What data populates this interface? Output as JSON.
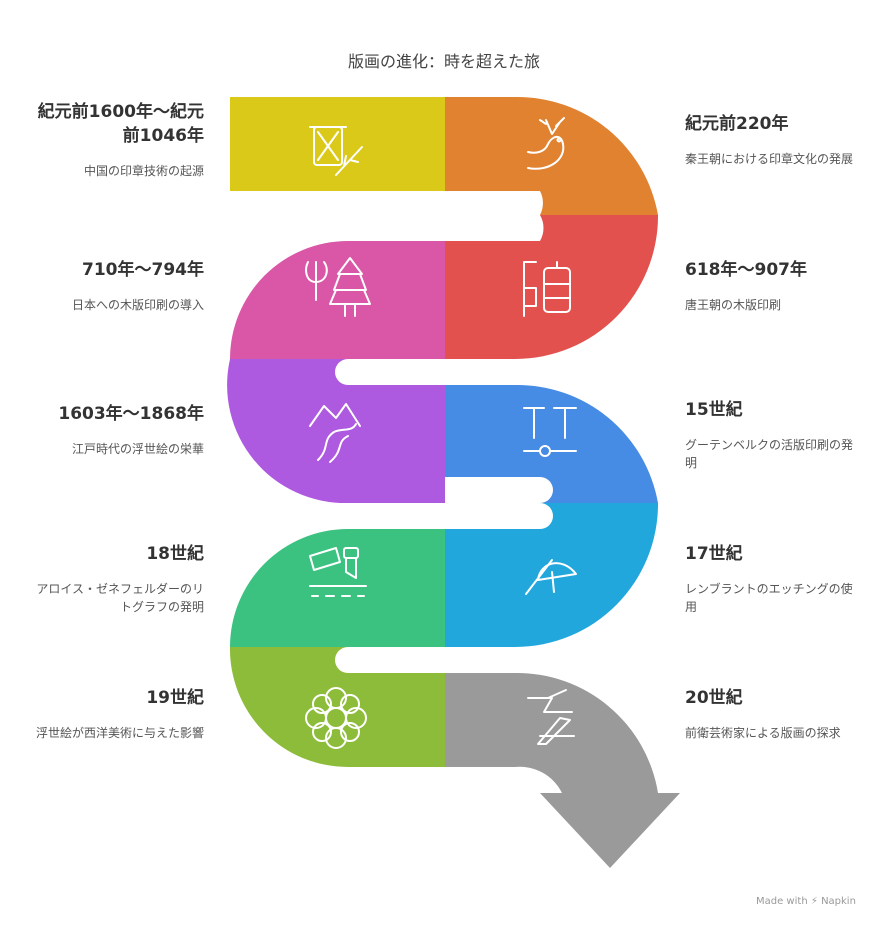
{
  "title": "版画の進化：時を超えた旅",
  "colors": {
    "yellow": "#DBC91A",
    "orange": "#E0822F",
    "pink": "#DA56A7",
    "red": "#E2514D",
    "purple": "#AD5AE0",
    "blue": "#468BE4",
    "green": "#3BC281",
    "cyan": "#21A7DC",
    "olive": "#8DBC3B",
    "gray": "#9A9A9A"
  },
  "events": [
    {
      "year": "紀元前1600年〜紀元前1046年",
      "desc": "中国の印章技術の起源",
      "icon": "drum-branch-icon"
    },
    {
      "year": "紀元前220年",
      "desc": "秦王朝における印章文化の発展",
      "icon": "deer-icon"
    },
    {
      "year": "710年〜794年",
      "desc": "日本への木版印刷の導入",
      "icon": "pagoda-icon"
    },
    {
      "year": "618年〜907年",
      "desc": "唐王朝の木版印刷",
      "icon": "printing-block-icon"
    },
    {
      "year": "1603年〜1868年",
      "desc": "江戸時代の浮世絵の栄華",
      "icon": "mountain-river-icon"
    },
    {
      "year": "15世紀",
      "desc": "グーテンベルクの活版印刷の発明",
      "icon": "movable-type-icon"
    },
    {
      "year": "18世紀",
      "desc": "アロイス・ゼネフェルダーのリトグラフの発明",
      "icon": "lithograph-press-icon"
    },
    {
      "year": "17世紀",
      "desc": "レンブラントのエッチングの使用",
      "icon": "etching-tool-icon"
    },
    {
      "year": "19世紀",
      "desc": "浮世絵が西洋美術に与えた影響",
      "icon": "flower-emblem-icon"
    },
    {
      "year": "20世紀",
      "desc": "前衛芸術家による版画の探求",
      "icon": "abstract-z-icon"
    }
  ],
  "credit": {
    "made_with": "Made with",
    "brand": "Napkin"
  }
}
